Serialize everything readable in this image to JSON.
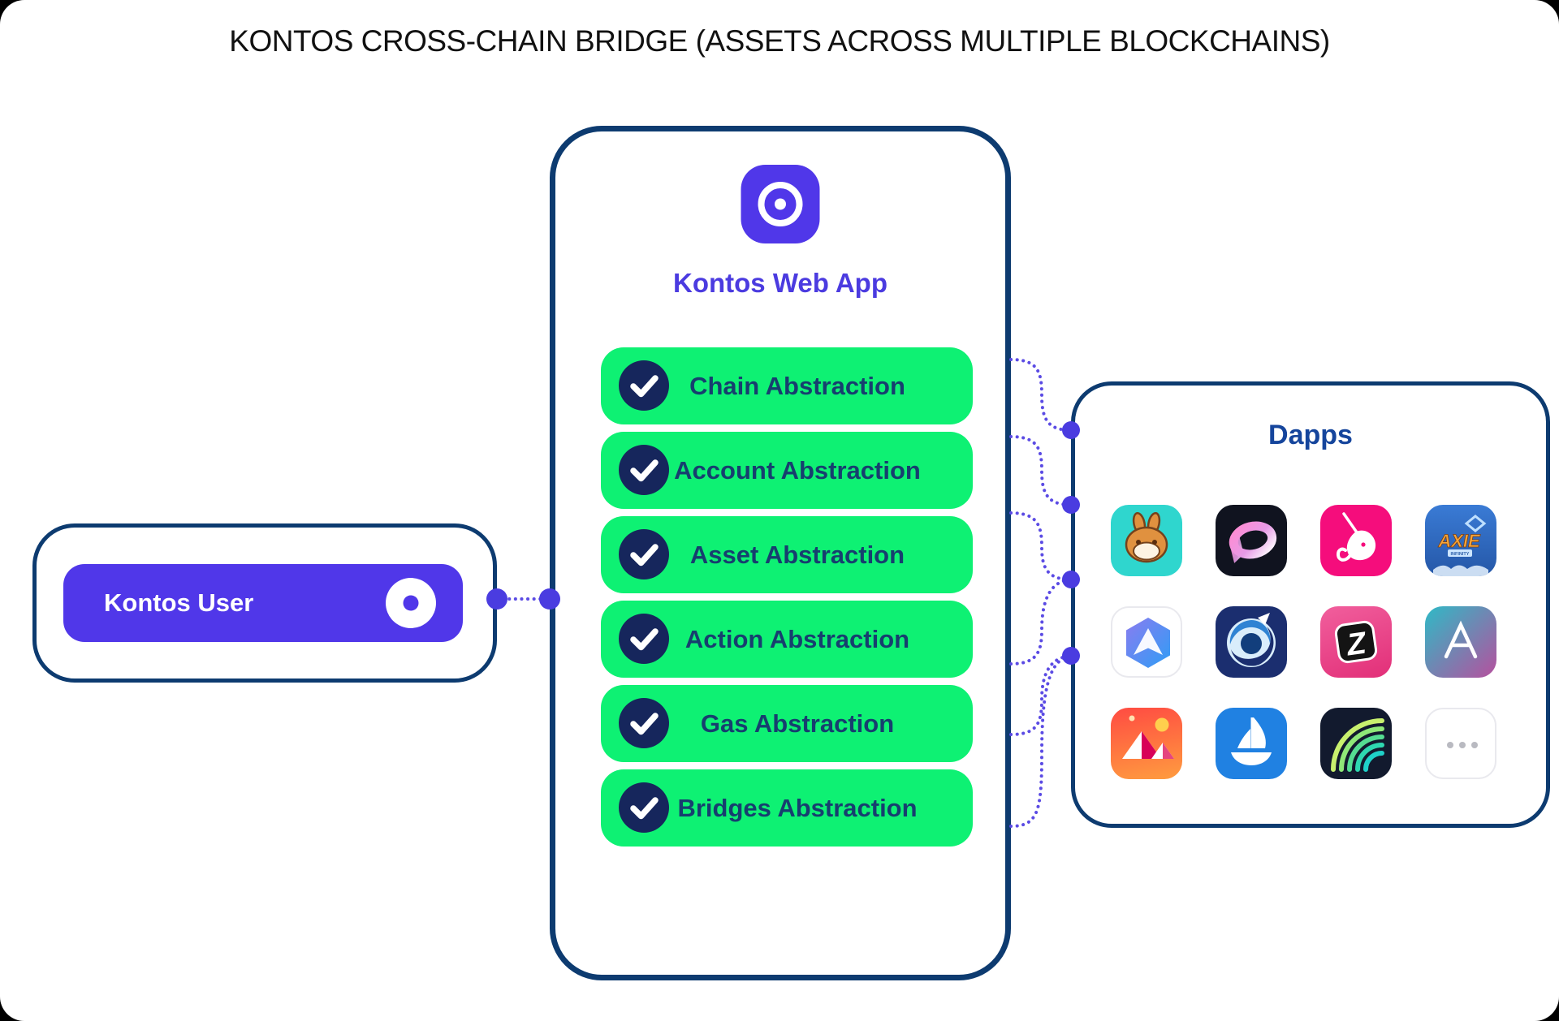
{
  "title": "KONTOS CROSS-CHAIN BRIDGE (ASSETS ACROSS MULTIPLE BLOCKCHAINS)",
  "colors": {
    "navy_border": "#0d3b70",
    "purple": "#5037e9",
    "indigo_text": "#4b3be0",
    "green": "#0ef173",
    "pill_text": "#173e6f",
    "dapps_title": "#15459c",
    "connector": "#5b4be4",
    "connector_dot": "#4a3ce0",
    "check_circle": "#16265c",
    "title_color": "#111111"
  },
  "user": {
    "label": "Kontos User",
    "icon": "kontos-ring-icon"
  },
  "web_app": {
    "title": "Kontos Web App",
    "icon": "kontos-logo-icon",
    "features": [
      {
        "label": "Chain Abstraction",
        "icon": "check-icon"
      },
      {
        "label": "Account Abstraction",
        "icon": "check-icon"
      },
      {
        "label": "Asset Abstraction",
        "icon": "check-icon"
      },
      {
        "label": "Action Abstraction",
        "icon": "check-icon"
      },
      {
        "label": "Gas Abstraction",
        "icon": "check-icon"
      },
      {
        "label": "Bridges Abstraction",
        "icon": "check-icon"
      }
    ]
  },
  "dapps": {
    "title": "Dapps",
    "icons": [
      {
        "name": "pancakeswap-icon",
        "bg": "#2fd6ce"
      },
      {
        "name": "magic-eden-icon",
        "bg": "#10131f"
      },
      {
        "name": "uniswap-icon",
        "bg": "#f50d7c"
      },
      {
        "name": "axie-infinity-icon",
        "bg": "#2d66c3",
        "label": "AXIE",
        "sublabel": "INFINITY"
      },
      {
        "name": "hexagon-arrow-icon",
        "bg": "#ffffff"
      },
      {
        "name": "quickswap-icon",
        "bg": "#1b2e6f"
      },
      {
        "name": "z-badge-icon",
        "bg": "#ea3d87",
        "label": "Z"
      },
      {
        "name": "aave-icon",
        "bg": "#2ebac6"
      },
      {
        "name": "decentraland-icon",
        "bg": "#ff6a3d"
      },
      {
        "name": "opensea-icon",
        "bg": "#2081e2"
      },
      {
        "name": "green-arcs-icon",
        "bg": "#121a2e"
      },
      {
        "name": "more-dapps-icon",
        "bg": "#ffffff"
      }
    ]
  }
}
